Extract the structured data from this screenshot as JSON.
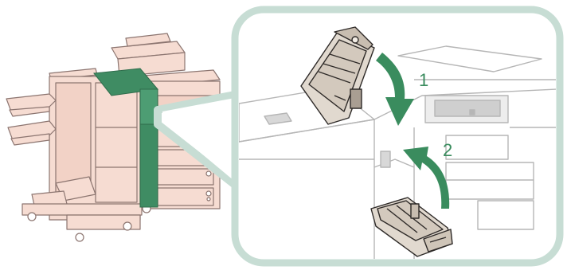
{
  "steps": {
    "step1_label": "1",
    "step2_label": "2"
  },
  "colors": {
    "machine_body": "#f6dcd2",
    "machine_outline": "#8c7570",
    "highlight": "#3f8c63",
    "callout_frame": "#c7ddd4",
    "callout_fill": "#ffffff",
    "step_arrow": "#3a8c5e",
    "part_fill": "#e1d9cf",
    "part_outline": "#2e2a28",
    "detail_lines": "#b6b6b6"
  },
  "illustration": {
    "overview_subject": "printer-with-finisher",
    "detail_subject": "staple-cartridge-unit-removal"
  }
}
